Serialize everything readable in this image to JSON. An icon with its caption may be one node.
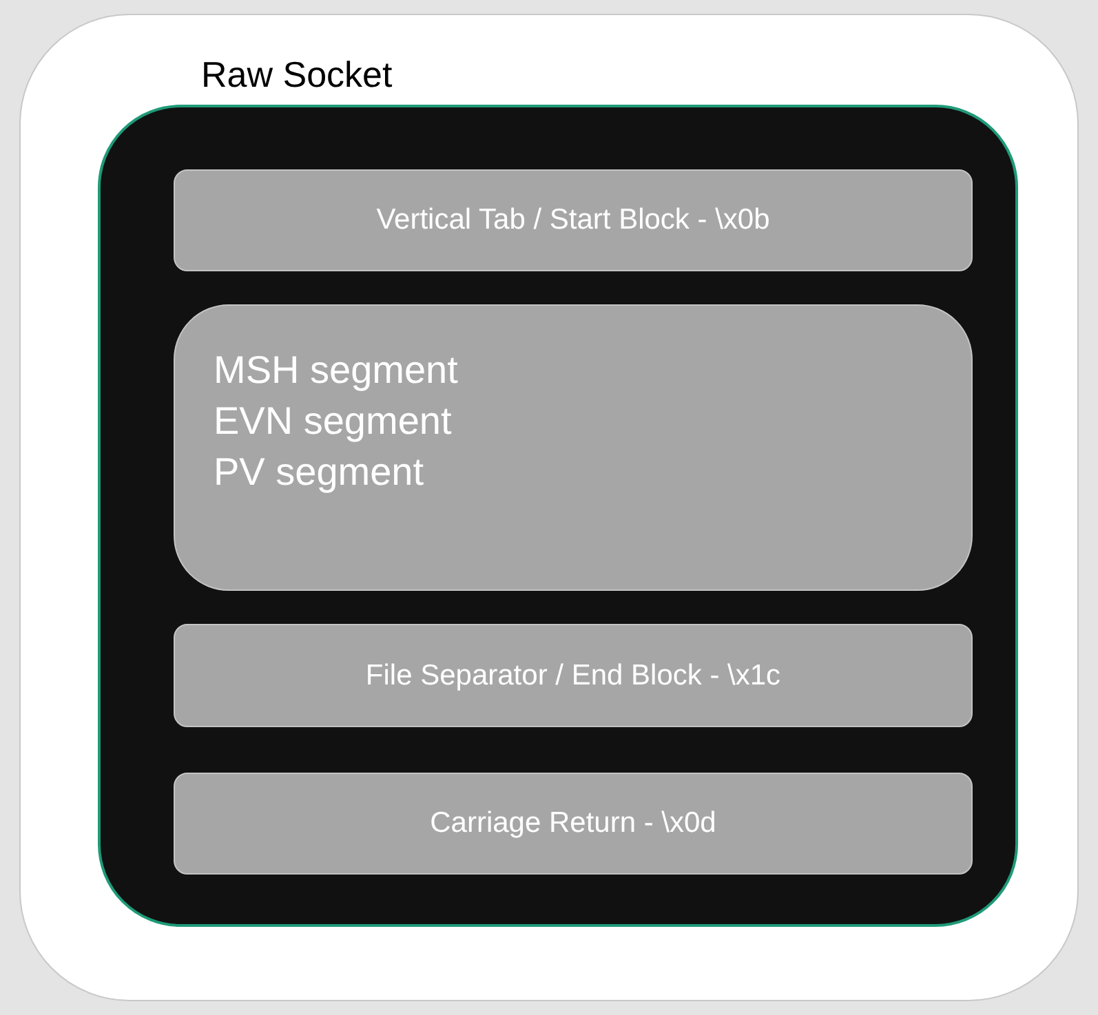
{
  "diagram": {
    "nodes": [
      {
        "text": [
          "Raw Socket"
        ]
      },
      {
        "text": [],
        "shape": "box",
        "in": 0
      },
      {
        "text": [
          "Vertical Tab / Start Block - \\x0b"
        ],
        "in": 1
      },
      {
        "text": [
          "MSH segment",
          "EVN segment",
          "PV segment"
        ],
        "in": 1
      },
      {
        "text": [
          "File Separator / End Block - \\x1c"
        ],
        "in": 1
      },
      {
        "text": [
          "Carriage Return - \\x0d"
        ],
        "in": 1
      }
    ]
  }
}
